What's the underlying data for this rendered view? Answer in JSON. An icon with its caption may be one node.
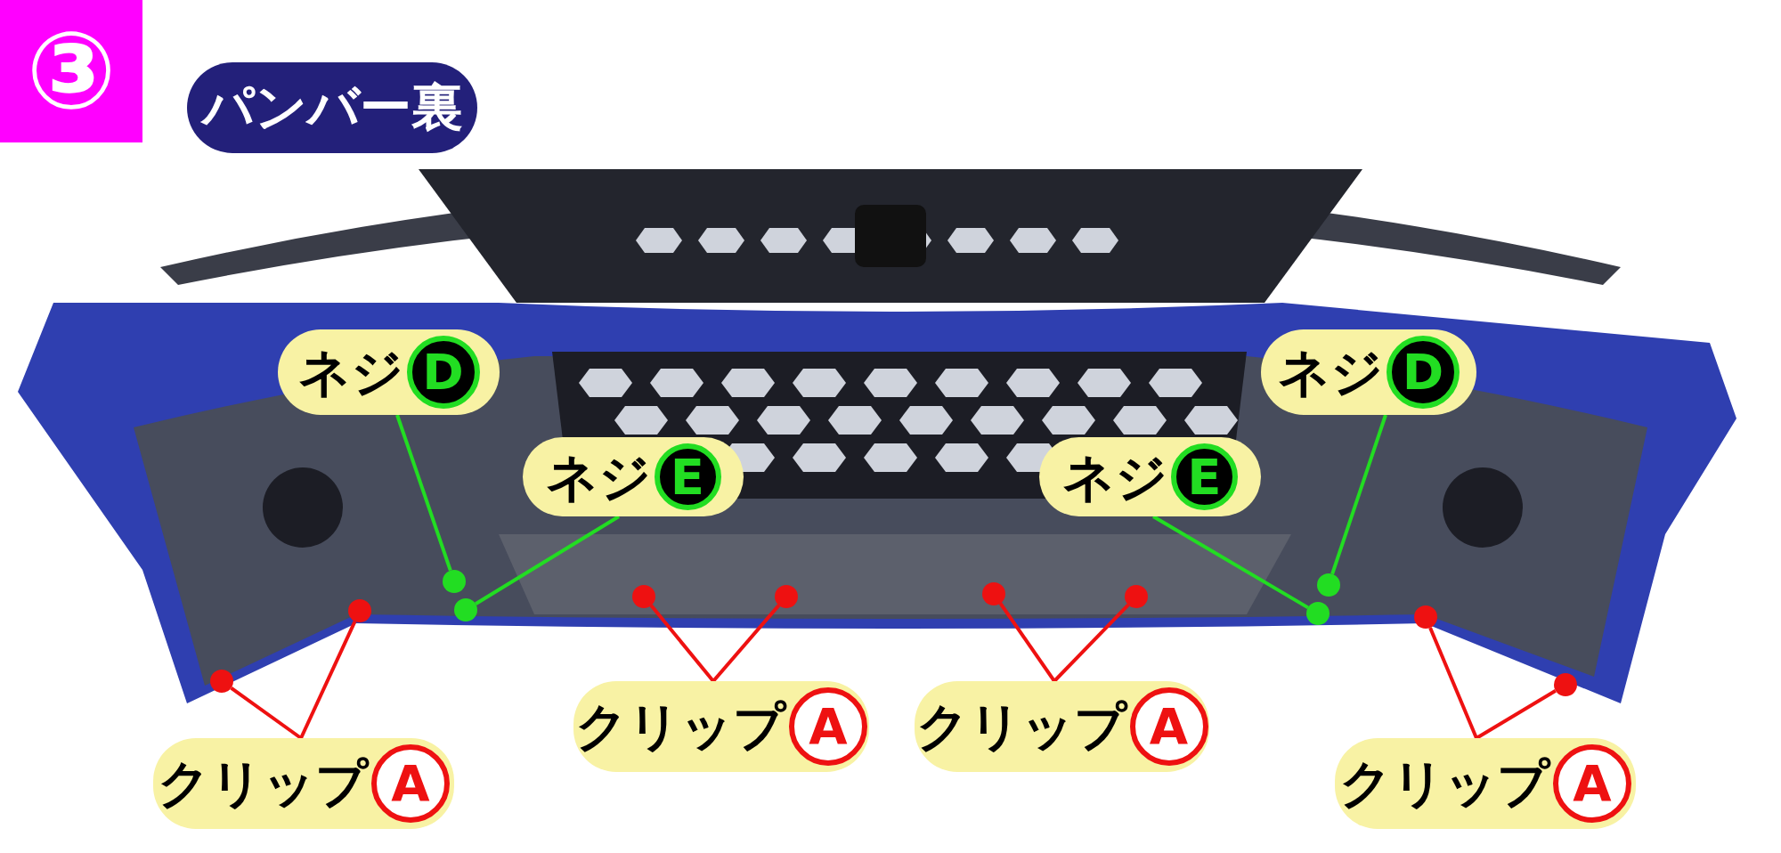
{
  "diagram": {
    "title": "パンバー裏",
    "nodes": [
      {
        "text": [
          "ネジ",
          "D"
        ]
      },
      {
        "text": [
          "ネジ",
          "D"
        ]
      },
      {
        "text": [
          "ネジ",
          "E"
        ]
      },
      {
        "text": [
          "ネジ",
          "E"
        ]
      },
      {
        "text": [
          "クリップ",
          "A"
        ]
      },
      {
        "text": [
          "クリップ",
          "A"
        ]
      },
      {
        "text": [
          "クリップ",
          "A"
        ]
      },
      {
        "text": [
          "クリップ",
          "A"
        ]
      },
      {
        "text": [],
        "shape": "circle"
      },
      {
        "text": [],
        "shape": "circle"
      },
      {
        "text": [],
        "shape": "circle"
      },
      {
        "text": [],
        "shape": "circle"
      },
      {
        "text": [],
        "shape": "circle"
      },
      {
        "text": [],
        "shape": "circle"
      },
      {
        "text": [],
        "shape": "circle"
      },
      {
        "text": [],
        "shape": "circle"
      },
      {
        "text": [],
        "shape": "circle"
      },
      {
        "text": [],
        "shape": "circle"
      },
      {
        "text": [],
        "shape": "circle"
      },
      {
        "text": [],
        "shape": "circle"
      }
    ],
    "edges": [
      {
        "from": 0,
        "to": 10,
        "arrow": "none",
        "color": "#22dd22"
      },
      {
        "from": 2,
        "to": 11,
        "arrow": "none",
        "color": "#22dd22"
      },
      {
        "from": 3,
        "to": 16,
        "arrow": "none",
        "color": "#22dd22"
      },
      {
        "from": 1,
        "to": 17,
        "arrow": "none",
        "color": "#22dd22"
      },
      {
        "from": 6,
        "to": 8,
        "arrow": "none"
      },
      {
        "from": 6,
        "to": 9,
        "arrow": "none"
      },
      {
        "from": 4,
        "to": 12,
        "arrow": "none"
      },
      {
        "from": 4,
        "to": 13,
        "arrow": "none"
      },
      {
        "from": 5,
        "to": 14,
        "arrow": "none"
      },
      {
        "from": 5,
        "to": 15,
        "arrow": "none"
      },
      {
        "from": 7,
        "to": 18,
        "arrow": "none"
      },
      {
        "from": 7,
        "to": 19,
        "arrow": "none"
      }
    ],
    "labels": [
      "③"
    ]
  }
}
